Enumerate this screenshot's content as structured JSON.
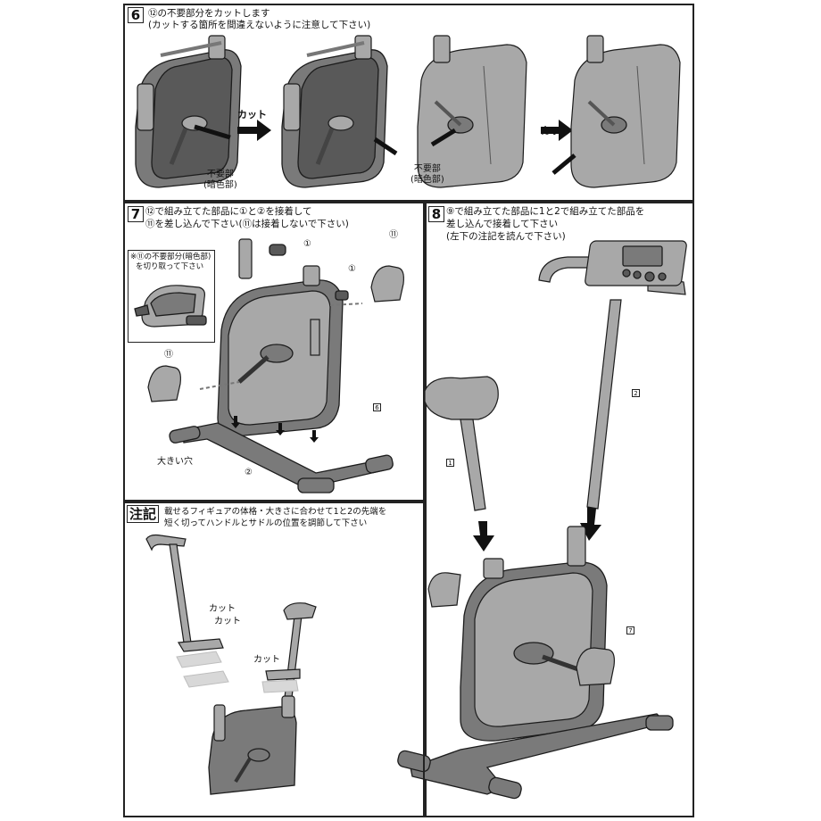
{
  "step6": {
    "number": "6",
    "line1": "⑫の不要部分をカットします",
    "line2": "(カットする箇所を間違えないように注意して下さい)",
    "cut_label_a": "カット",
    "cut_label_b": "カット",
    "unneeded_a_line1": "不要部",
    "unneeded_a_line2": "(暗色部)",
    "unneeded_b_line1": "不要部",
    "unneeded_b_line2": "(暗色部)"
  },
  "step7": {
    "number": "7",
    "line1": "⑫で組み立てた部品に①と②を接着して",
    "line2": "⑪を差し込んで下さい(⑪は接着しないで下さい)",
    "inset_line1": "※⑪の不要部分(暗色部)",
    "inset_line2": "を切り取って下さい",
    "callout_1a": "①",
    "callout_1b": "①",
    "callout_11a": "⑪",
    "callout_11b": "⑪",
    "callout_2": "②",
    "callout_box": "6",
    "large_hole": "大きい穴"
  },
  "step8": {
    "number": "8",
    "line1": "⑨で組み立てた部品に1と2で組み立てた部品を",
    "line2": "差し込んで接着して下さい",
    "line3": "(左下の注記を読んで下さい)",
    "tag_1": "1",
    "tag_2": "2",
    "tag_7": "7"
  },
  "note": {
    "title": "注記",
    "line1": "載せるフィギュアの体格・大きさに合わせて1と2の先端を",
    "line2": "短く切ってハンドルとサドルの位置を調節して下さい",
    "cut_1": "カット",
    "cut_2": "カット",
    "cut_3": "カット"
  }
}
